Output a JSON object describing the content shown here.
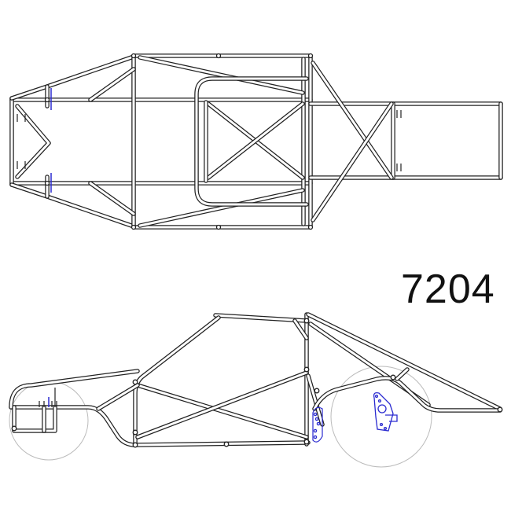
{
  "drawing": {
    "part_number": "7204",
    "views": [
      "top-view",
      "side-view"
    ],
    "colors": {
      "tube": "#222222",
      "bracket": "#2a2ad0",
      "wheel": "#bbbbbb",
      "background": "#ffffff"
    }
  }
}
